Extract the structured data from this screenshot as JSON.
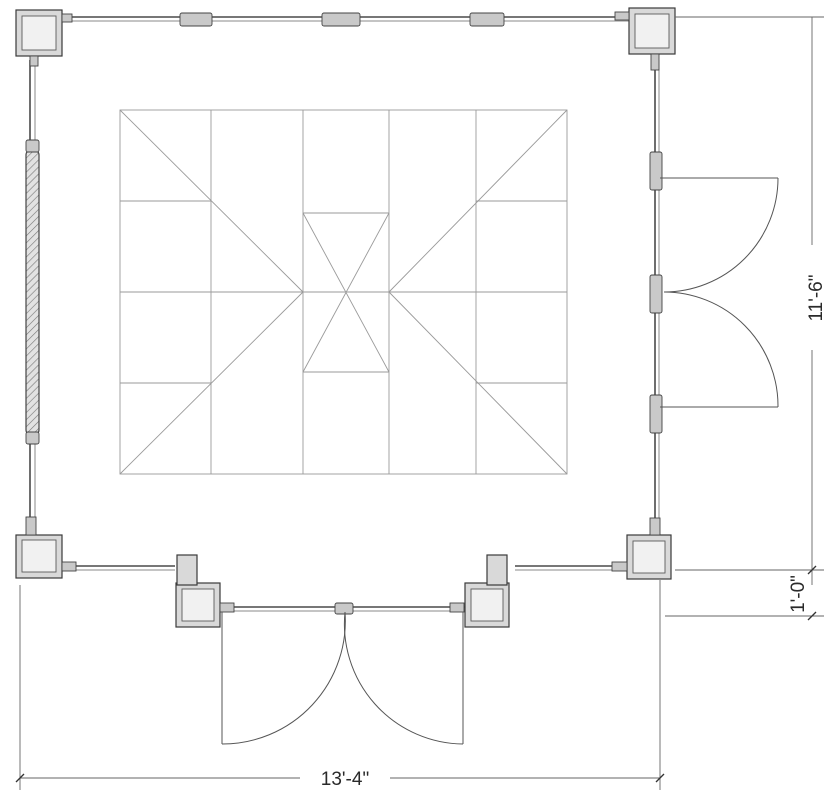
{
  "dimensions": {
    "width_label": "13'-4\"",
    "depth_label": "11'-6\"",
    "bump_label": "1'-0\""
  },
  "colors": {
    "line": "#4a4a4a",
    "post_fill": "#d9d9d9",
    "roof_line": "#9a9a9a"
  }
}
